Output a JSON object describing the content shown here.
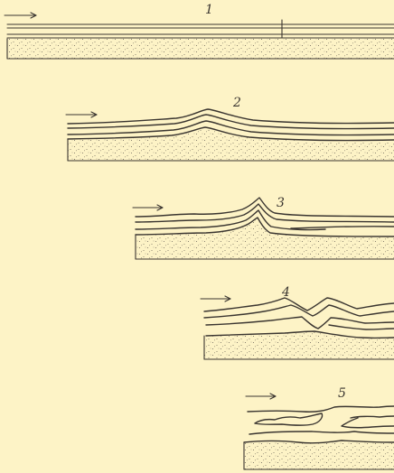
{
  "figures": [
    {
      "number": "1",
      "stage": 1
    },
    {
      "number": "2",
      "stage": 2
    },
    {
      "number": "3",
      "stage": 3
    },
    {
      "number": "4",
      "stage": 4
    },
    {
      "number": "5",
      "stage": 5
    }
  ],
  "colors": {
    "background": "#fdf3c6",
    "ink": "#3a3530",
    "stipple": "#6b6357"
  },
  "icons": {
    "push_arrow": "right-arrow-icon"
  }
}
